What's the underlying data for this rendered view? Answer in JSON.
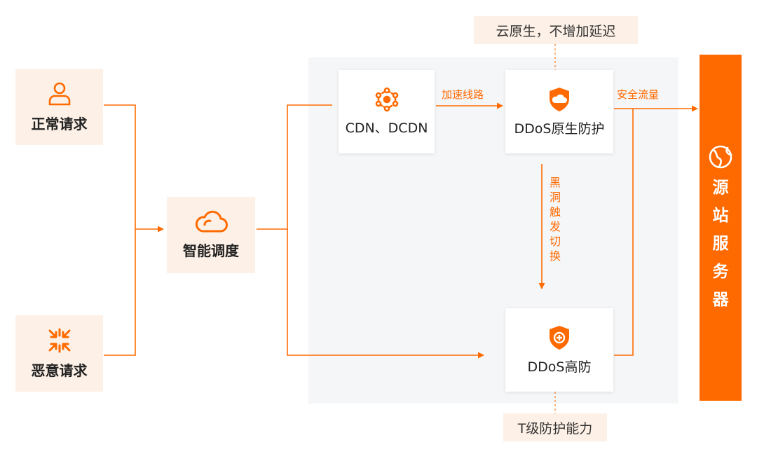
{
  "nodes": {
    "normal_request": "正常请求",
    "malicious_request": "恶意请求",
    "smart_dispatch": "智能调度",
    "cdn": "CDN、DCDN",
    "ddos_native": "DDoS原生防护",
    "ddos_high": "DDoS高防",
    "origin_server": [
      "源",
      "站",
      "服",
      "务",
      "器"
    ]
  },
  "tags": {
    "top": "云原生，不增加延迟",
    "bottom": "T级防护能力"
  },
  "edges": {
    "accelerate": "加速线路",
    "safe_traffic": "安全流量",
    "blackhole": [
      "黑",
      "洞",
      "触",
      "发",
      "切",
      "换"
    ]
  },
  "colors": {
    "accent": "#ff6a00",
    "tag_bg": "#fdf0e6",
    "region_bg": "#f5f6f8"
  },
  "icons": {
    "normal_request": "user-icon",
    "malicious_request": "attack-arrows-icon",
    "smart_dispatch": "cloud-icon",
    "cdn": "network-nodes-icon",
    "ddos_native": "shield-cloud-icon",
    "ddos_high": "shield-plus-icon",
    "origin_server": "globe-icon"
  }
}
